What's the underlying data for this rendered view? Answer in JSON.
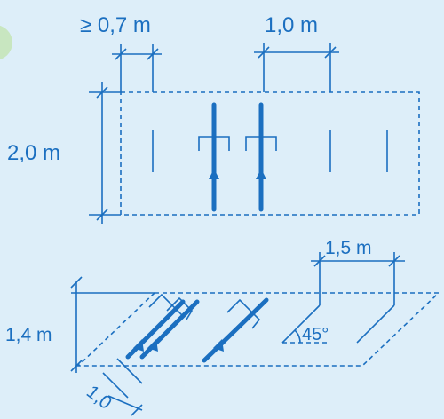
{
  "labels": {
    "min_spacing": "≥ 0,7 m",
    "bay_spacing": "1,0 m",
    "row_depth": "2,0 m",
    "angled_spacing": "1,5 m",
    "angled_depth": "1,4 m",
    "angle": "45°",
    "angled_gap": "1,0"
  },
  "colors": {
    "background": "#ddeef9",
    "accent": "#1b6fc0",
    "corner_circle": "#c8e6c0"
  }
}
